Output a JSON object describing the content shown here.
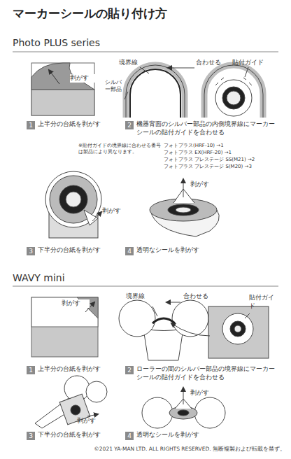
{
  "diagram": {
    "title": "マーカーシールの貼り付け方",
    "caption": "©2021 YA-MAN LTD.  ALL RIGHTS RESERVED.  無断複製および転載を禁ず。",
    "nodes": [
      {
        "text": [
          "1"
        ]
      },
      {
        "text": [
          "2"
        ]
      },
      {
        "text": [
          "3"
        ]
      },
      {
        "text": [
          "4"
        ]
      },
      {
        "text": [
          "1"
        ]
      },
      {
        "text": [
          "2"
        ]
      },
      {
        "text": [
          "3"
        ]
      },
      {
        "text": [
          "4"
        ]
      }
    ],
    "edges": [],
    "labels": [
      "Photo PLUS series",
      "剥がす",
      "境界線",
      "合わせる",
      "貼付ガイド",
      "シルバー部品",
      "上半分の台紙を剥がす",
      "機器背面のシルバー部品の内側境界線にマーカーシールの貼付ガイドを合わせる",
      "※貼付ガイドの境界線に合わせる番号は製品により異なります。",
      "フォトプラス(HRF-10) →1",
      "フォトプラス EX(HRF-20) →1",
      "フォトプラス プレステージ SS(M21) →2",
      "フォトプラス プレステージ S(M20) →3",
      "剥がす",
      "剥がす",
      "下半分の台紙を剥がす",
      "透明なシールを剥がす",
      "WAVY mini",
      "剥がす",
      "境界線",
      "合わせる",
      "貼付ガイド",
      "上半分の台紙を剥がす",
      "ローラーの間のシルバー部品の境界線にマーカーシールの貼付ガイドを合わせる",
      "剥がす",
      "剥がす",
      "下半分の台紙を剥がす",
      "透明なシールを剥がす"
    ]
  }
}
